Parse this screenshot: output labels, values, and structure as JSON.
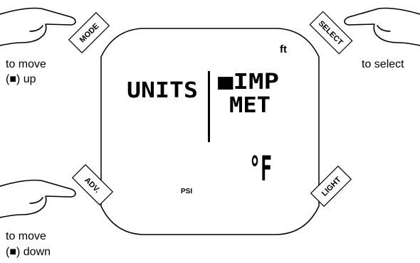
{
  "buttons": {
    "mode": "MODE",
    "select": "SELECT",
    "adv": "ADV.",
    "light": "LIGHT"
  },
  "captions": {
    "mode_line1": "to move",
    "mode_line2": "(■) up",
    "select_line1": "to select",
    "adv_line1": "to move",
    "adv_line2": "(■) down"
  },
  "display": {
    "depth_unit": "ft",
    "menu_title": "UNITS",
    "option_selected": "■IMP",
    "option_other": "MET",
    "temp_unit": "°F",
    "pressure_unit": "PSI"
  }
}
